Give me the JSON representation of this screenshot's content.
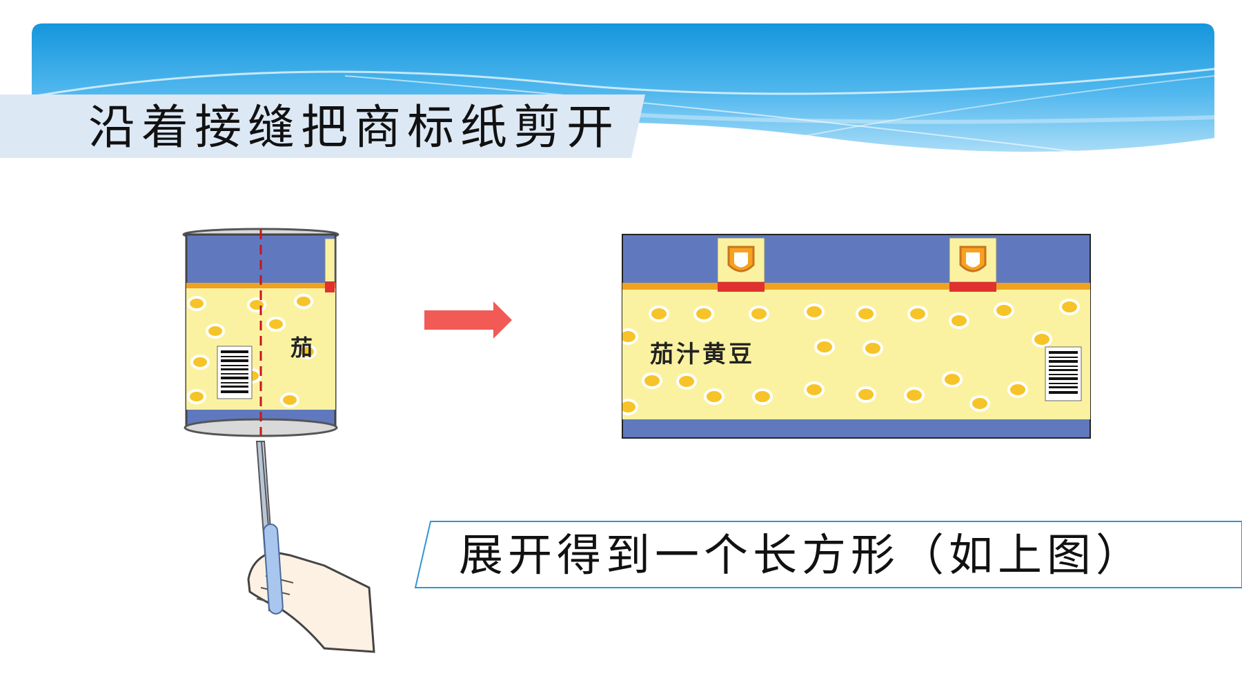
{
  "slide": {
    "title": "沿着接缝把商标纸剪开",
    "caption": "展开得到一个长方形（如上图）"
  },
  "can": {
    "label_partial": "茄"
  },
  "unrolled_label": {
    "text": "茄汁黄豆"
  },
  "colors": {
    "banner_blue": "#1a9ad6",
    "can_blue": "#6079be",
    "label_yellow": "#fbf2a1",
    "stripe_orange": "#f0a21e",
    "cut_line": "#c8141e",
    "arrow": "#f25a55",
    "bean": "#f6c428"
  }
}
